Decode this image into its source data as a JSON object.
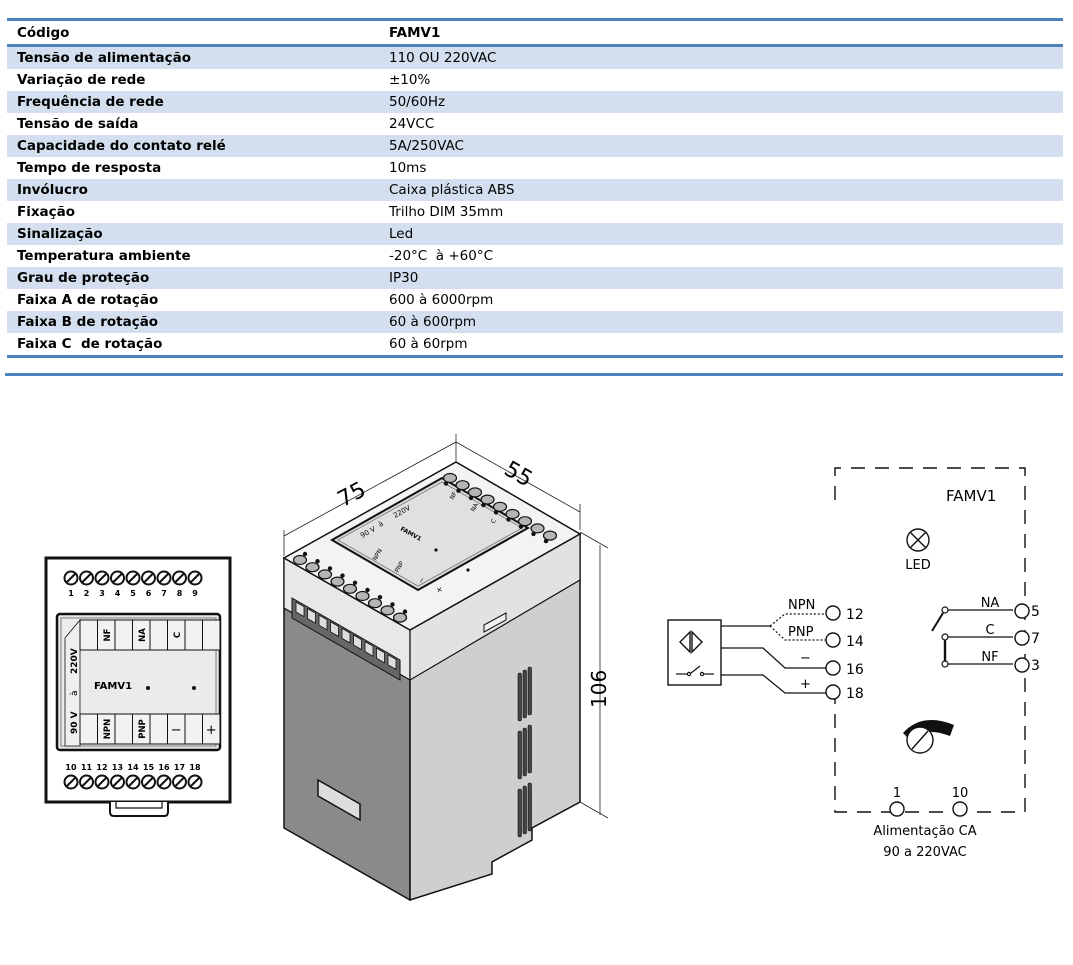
{
  "spec_table": {
    "header": {
      "label": "Código",
      "value": "FAMV1"
    },
    "rows": [
      {
        "label": "Tensão de alimentação",
        "value": "110 OU 220VAC"
      },
      {
        "label": "Variação de rede",
        "value": "±10%"
      },
      {
        "label": "Frequência de rede",
        "value": "50/60Hz"
      },
      {
        "label": "Tensão de saída",
        "value": "24VCC"
      },
      {
        "label": "Capacidade do contato relé",
        "value": "5A/250VAC"
      },
      {
        "label": "Tempo de resposta",
        "value": "10ms"
      },
      {
        "label": "Invólucro",
        "value": "Caixa plástica ABS"
      },
      {
        "label": "Fixação",
        "value": "Trilho DIM 35mm"
      },
      {
        "label": "Sinalização",
        "value": "Led"
      },
      {
        "label": "Temperatura ambiente",
        "value": "-20°C  à +60°C"
      },
      {
        "label": "Grau de proteção",
        "value": "IP30"
      },
      {
        "label": "Faixa A de rotação",
        "value": "600 à 6000rpm"
      },
      {
        "label": "Faixa B de rotação",
        "value": "60 à 600rpm"
      },
      {
        "label": "Faixa C  de rotação",
        "value": "60 à 60rpm"
      }
    ]
  },
  "front_view": {
    "model": "FAMV1",
    "top_terminals": [
      "1",
      "2",
      "3",
      "4",
      "5",
      "6",
      "7",
      "8",
      "9"
    ],
    "bottom_terminals": [
      "10",
      "11",
      "12",
      "13",
      "14",
      "15",
      "16",
      "17",
      "18"
    ],
    "top_labels": [
      "",
      "NF",
      "",
      "NA",
      "",
      "C",
      "",
      ""
    ],
    "bottom_labels": [
      "",
      "NPN",
      "",
      "PNP",
      "",
      "−",
      "",
      "+"
    ],
    "voltage_range": {
      "low": "90 V",
      "mid": "à",
      "high": "220V"
    }
  },
  "iso_view": {
    "dim_width": "75",
    "dim_depth": "55",
    "dim_height": "106",
    "model": "FAMV1",
    "voltage_low": "90 V",
    "voltage_mid": "à",
    "voltage_high": "220V",
    "top_labels": [
      "NF",
      "NA",
      "C"
    ],
    "bottom_labels": [
      "NPN",
      "PNP",
      "−",
      "+"
    ]
  },
  "schematic": {
    "model": "FAMV1",
    "led_label": "LED",
    "sensor_inputs": [
      {
        "wire": "NPN",
        "terminal": "12"
      },
      {
        "wire": "PNP",
        "terminal": "14"
      },
      {
        "wire": "−",
        "terminal": "16"
      },
      {
        "wire": "+",
        "terminal": "18"
      }
    ],
    "relay_outputs": [
      {
        "contact": "NA",
        "terminal": "5"
      },
      {
        "contact": "C",
        "terminal": "7"
      },
      {
        "contact": "NF",
        "terminal": "3"
      }
    ],
    "power_terminals": [
      "1",
      "10"
    ],
    "power_label_line1": "Alimentação CA",
    "power_label_line2": "90 a 220VAC"
  },
  "colors": {
    "accent": "#4f81bd",
    "row_stripe": "#d3dfee"
  }
}
